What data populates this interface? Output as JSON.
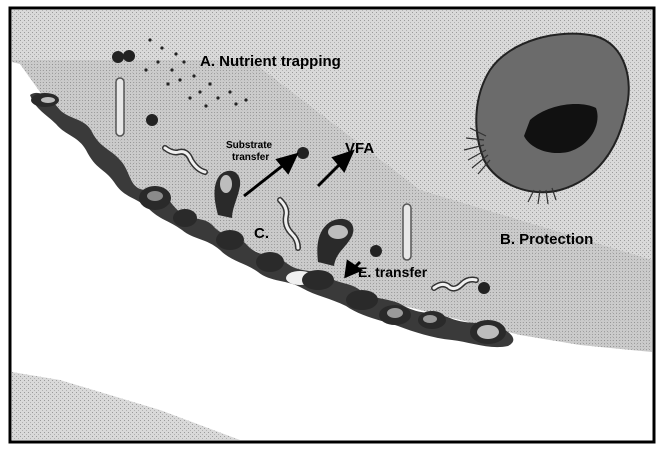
{
  "labels": {
    "nutrient_trapping": "A. Nutrient trapping",
    "protection": "B. Protection",
    "c": "C.",
    "substrate_transfer_line1": "Substrate",
    "substrate_transfer_line2": "transfer",
    "vfa": "VFA",
    "e_transfer": "E. transfer"
  },
  "colors": {
    "frame": "#000000",
    "light_stipple": "#d7d7d7",
    "mid_stipple": "#c4c4c4",
    "biofilm": "#3a3a3a",
    "protozoan": "#6b6b6b",
    "substrate": "#ffffff"
  }
}
